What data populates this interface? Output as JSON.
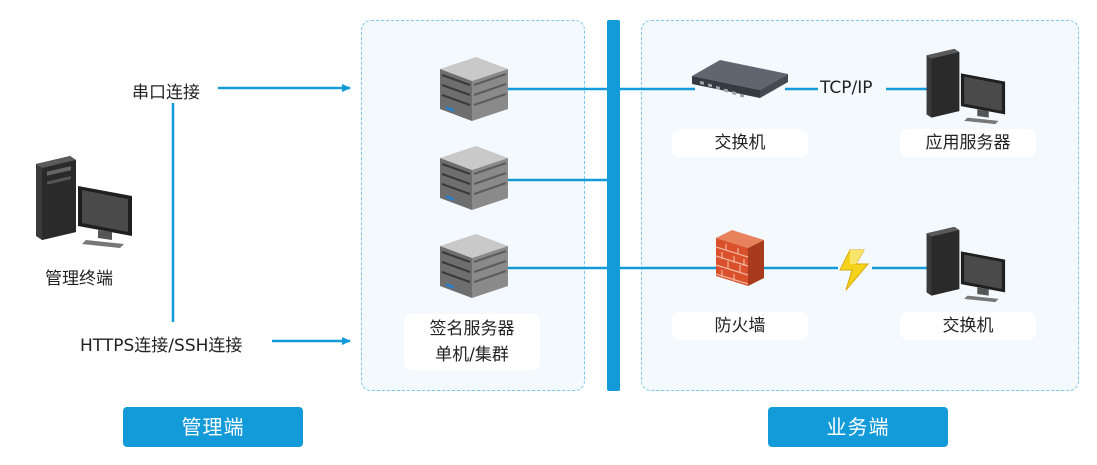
{
  "management": {
    "terminal_label": "管理终端",
    "serial_label": "串口连接",
    "https_label": "HTTPS连接/SSH连接",
    "footer": "管理端"
  },
  "signing": {
    "label_line1": "签名服务器",
    "label_line2": "单机/集群"
  },
  "business": {
    "switch_label": "交换机",
    "protocol_label": "TCP/IP",
    "app_server_label": "应用服务器",
    "firewall_label": "防火墙",
    "switch2_label": "交换机",
    "footer": "业务端"
  },
  "colors": {
    "accent": "#139ad9",
    "panel_border": "#7cc7ea",
    "panel_bg": "#f3f9fd",
    "firewall": "#d9502b",
    "lightning": "#f5d31c"
  },
  "icons": [
    "computer-icon",
    "server-icon",
    "network-switch-icon",
    "firewall-icon",
    "lightning-icon"
  ]
}
